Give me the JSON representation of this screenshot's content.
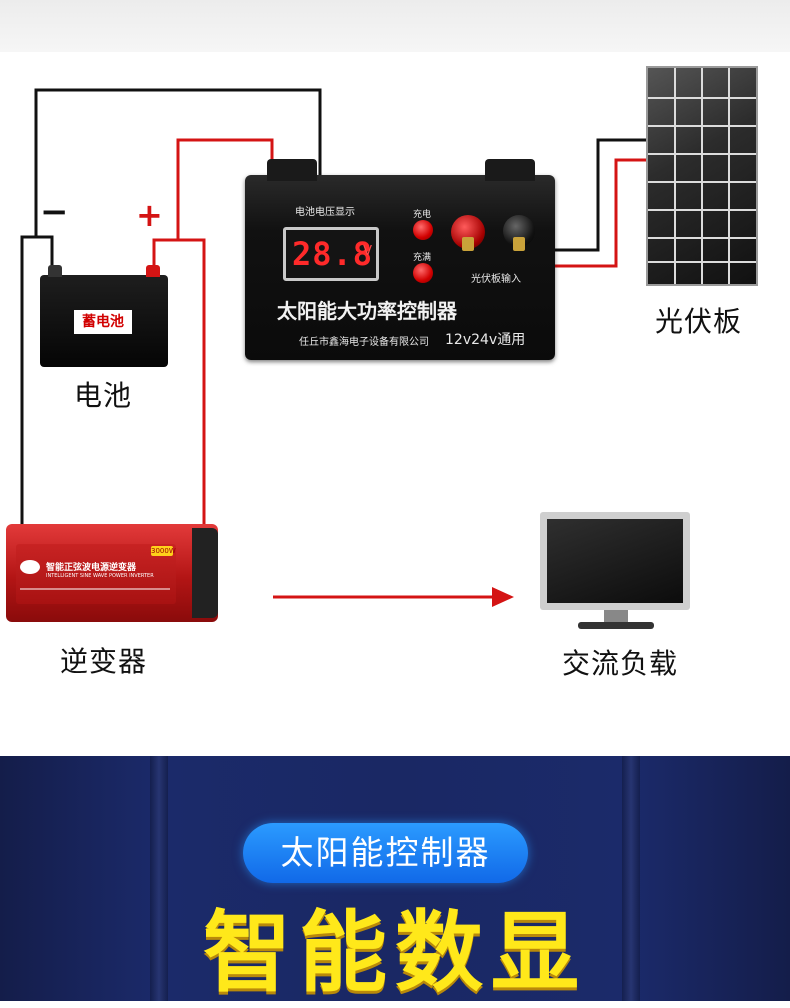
{
  "labels": {
    "battery": "电池",
    "solar_panel": "光伏板",
    "inverter": "逆变器",
    "ac_load": "交流负载",
    "minus": "−",
    "plus": "+"
  },
  "controller": {
    "display_title": "电池电压显示",
    "display_value": "28.8",
    "display_unit": "V",
    "led_charge": "充电",
    "led_full": "充满",
    "pv_input": "光伏板输入",
    "product_name": "太阳能大功率控制器",
    "manufacturer": "任丘市鑫海电子设备有限公司",
    "voltage_spec": "12v24v通用"
  },
  "battery_sticker": "蓄电池",
  "inverter_panel": {
    "name": "智能正弦波电源逆变器",
    "name_en": "INTELLIGENT SINE WAVE POWER INVERTER",
    "power": "3000W"
  },
  "banner": {
    "pill": "太阳能控制器",
    "headline": "智能数显"
  },
  "colors": {
    "wire_positive": "#d41414",
    "wire_negative": "#111111",
    "banner_bg": "#1a2864",
    "pill": "#1f86f5",
    "headline": "#ffe81a"
  }
}
